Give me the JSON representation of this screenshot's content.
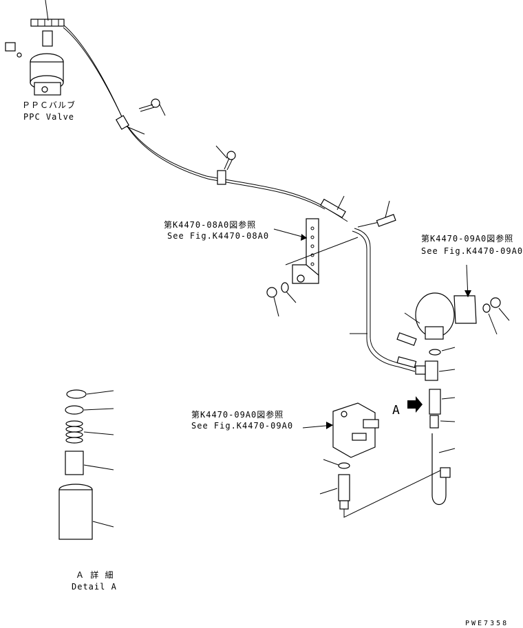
{
  "labels": {
    "ppc_jp": "ＰＰＣバルブ",
    "ppc_en": "PPC Valve",
    "ref1_jp": "第K4470-08A0図参照",
    "ref1_en": "See Fig.K4470-08A0",
    "ref2_jp": "第K4470-09A0図参照",
    "ref2_en": "See Fig.K4470-09A0",
    "ref3_jp": "第K4470-09A0図参照",
    "ref3_en": "See Fig.K4470-09A0",
    "view_arrow": "A",
    "detail_jp": "Ａ 詳 細",
    "detail_en": "Detail A",
    "drawing_no": "PWE7358"
  }
}
